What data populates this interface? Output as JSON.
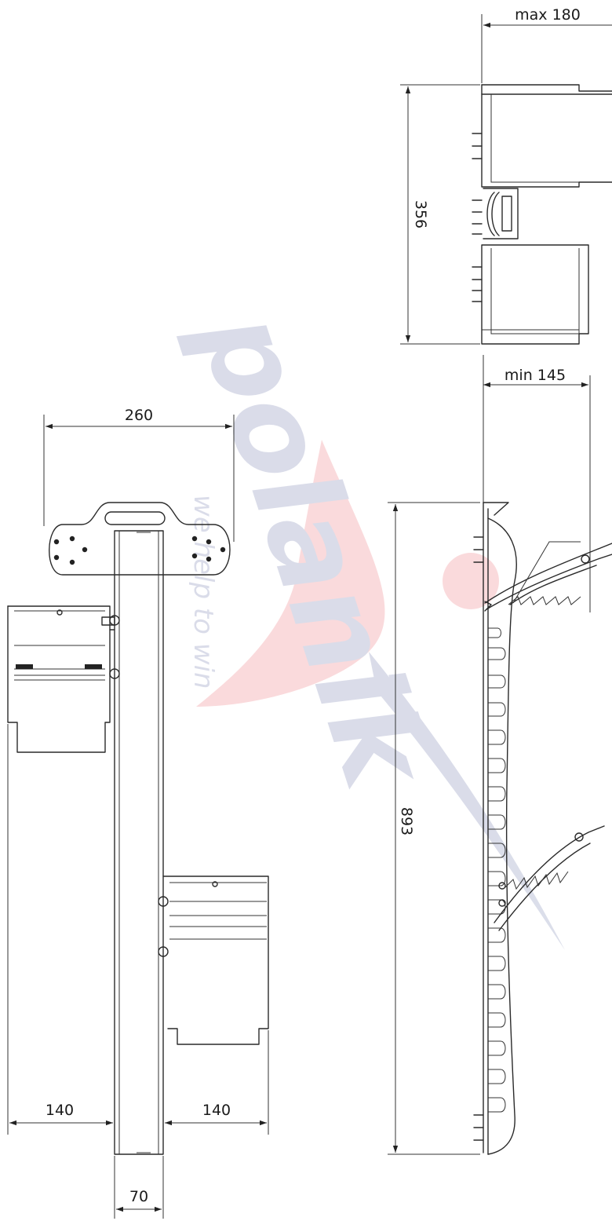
{
  "watermark": {
    "brand": "polanik",
    "tagline": "we help to win",
    "brand_color": "#1f2f7a",
    "accent_color": "#e2232a"
  },
  "dimensions": {
    "top_width": "max 180",
    "top_height": "356",
    "side_width": "min 145",
    "side_length": "893",
    "handle_width": "260",
    "left_offset": "140",
    "right_offset": "140",
    "beam_width": "70"
  }
}
